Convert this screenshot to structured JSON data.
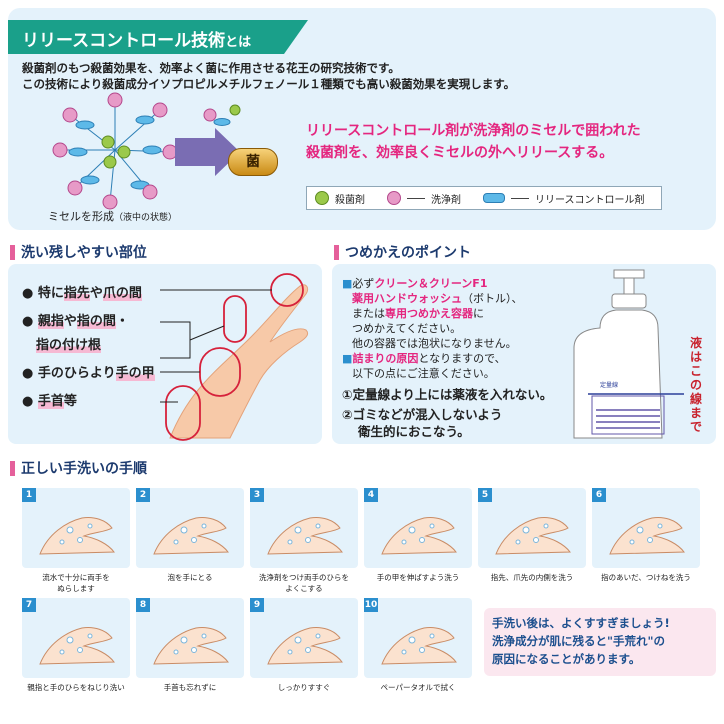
{
  "release": {
    "title_main": "リリースコントロール技術",
    "title_suffix": "とは",
    "desc_line1": "殺菌剤のもつ殺菌効果を、効率よく菌に作用させる花王の研究技術です。",
    "desc_line2": "この技術により殺菌成分イソプロピルメチルフェノール１種類でも高い殺菌効果を実現します。",
    "headline_line1": "リリースコントロール剤が洗浄剤のミセルで囲われた",
    "headline_line2": "殺菌剤を、効率良くミセルの外へリリースする。",
    "germ_label": "菌",
    "micelle_caption": "ミセルを形成",
    "micelle_caption_note": "（液中の状態）",
    "legend": {
      "bactericide": "殺菌剤",
      "detergent": "洗浄剤",
      "release_agent": "リリースコントロール剤"
    },
    "colors": {
      "bactericide": "#9bc94a",
      "detergent": "#e79ac7",
      "release_agent": "#5db9e8",
      "title_bg": "#1aa08a"
    }
  },
  "rinse": {
    "heading": "洗い残しやすい部位",
    "line1_prefix": "特に",
    "line1_hl1": "指先",
    "line1_mid": "や",
    "line1_hl2": "爪の間",
    "line2_hl1": "親指",
    "line2_mid": "や",
    "line2_hl2": "指の間",
    "line2_suffix": "・",
    "line3_hl": "指の付け根",
    "line4_prefix": "手のひらより",
    "line4_hl": "手の甲",
    "line5_hl": "手首",
    "line5_suffix": "等"
  },
  "refill": {
    "heading": "つめかえのポイント",
    "l1_a": "必ず",
    "l1_b": "クリーン＆クリーンF1",
    "l2_a": "薬用ハンドウォッシュ",
    "l2_b": "（ボトル）、",
    "l3_a": "または",
    "l3_b": "専用つめかえ容器",
    "l3_c": "に",
    "l4": "つめかえてください。",
    "l5": "他の容器では泡状になりません。",
    "l6_a": "詰まりの原因",
    "l6_b": "となりますので、",
    "l7": "以下の点にご注意ください。",
    "point1": "①定量線より上には薬液を入れない。",
    "point2a": "②ゴミなどが混入しないよう",
    "point2b": "衛生的におこなう。",
    "bottle_label": "定量線",
    "vertical_note": "液はこの線まで"
  },
  "steps": {
    "heading": "正しい手洗いの手順",
    "items": [
      {
        "num": "1",
        "caption1": "流水で十分に両手を",
        "caption2": "ぬらします"
      },
      {
        "num": "2",
        "caption1": "泡を手にとる",
        "caption2": ""
      },
      {
        "num": "3",
        "caption1": "洗浄剤をつけ両手のひらを",
        "caption2": "よくこする"
      },
      {
        "num": "4",
        "caption1": "手の甲を伸ばすよう洗う",
        "caption2": ""
      },
      {
        "num": "5",
        "caption1": "指先、爪先の内側を洗う",
        "caption2": ""
      },
      {
        "num": "6",
        "caption1": "指のあいだ、つけねを洗う",
        "caption2": ""
      },
      {
        "num": "7",
        "caption1": "親指と手のひらをねじり洗い",
        "caption2": ""
      },
      {
        "num": "8",
        "caption1": "手首も忘れずに",
        "caption2": ""
      },
      {
        "num": "9",
        "caption1": "しっかりすすぐ",
        "caption2": ""
      },
      {
        "num": "10",
        "caption1": "ペーパータオルで拭く",
        "caption2": ""
      }
    ]
  },
  "tip": {
    "line1": "手洗い後は、よくすすぎましょう!",
    "line2": "洗浄成分が肌に残ると\"手荒れ\"の",
    "line3": "原因になることがあります。"
  }
}
